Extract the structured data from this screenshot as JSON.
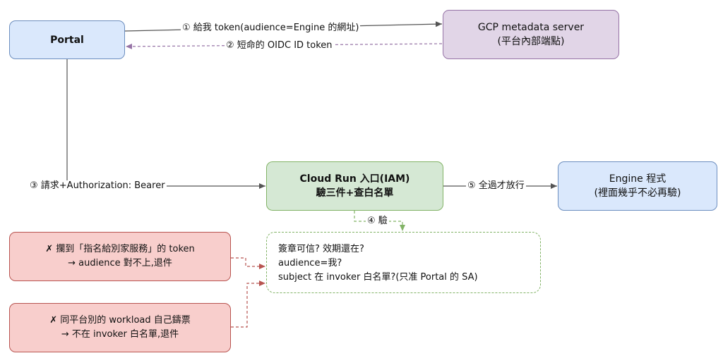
{
  "nodes": {
    "portal": "Portal",
    "metadata": {
      "line1": "GCP metadata server",
      "line2": "(平台內部端點)"
    },
    "cloud_run": {
      "line1": "Cloud Run 入口(IAM)",
      "line2": "驗三件+查白名單"
    },
    "engine": {
      "line1": "Engine 程式",
      "line2": "(裡面幾乎不必再驗)"
    },
    "checks": {
      "line1": "簽章可信? 效期還在?",
      "line2": "audience=我?",
      "line3": "subject 在 invoker 白名單?(只准 Portal 的 SA)"
    },
    "attack1": {
      "line1": "✗ 攔到「指名給別家服務」的 token",
      "line2": "→ audience 對不上,退件"
    },
    "attack2": {
      "line1": "✗ 同平台別的 workload 自己鑄票",
      "line2": "→ 不在 invoker 白名單,退件"
    }
  },
  "edges": {
    "e1": "① 給我 token(audience=Engine 的網址)",
    "e2": "② 短命的 OIDC ID token",
    "e3": "③ 請求+Authorization: Bearer",
    "e4": "④ 驗",
    "e5": "⑤ 全過才放行"
  },
  "colors": {
    "solid_edge": "#555555",
    "purple_edge": "#9673a6",
    "green_edge": "#82b366",
    "red_edge": "#b85450"
  }
}
